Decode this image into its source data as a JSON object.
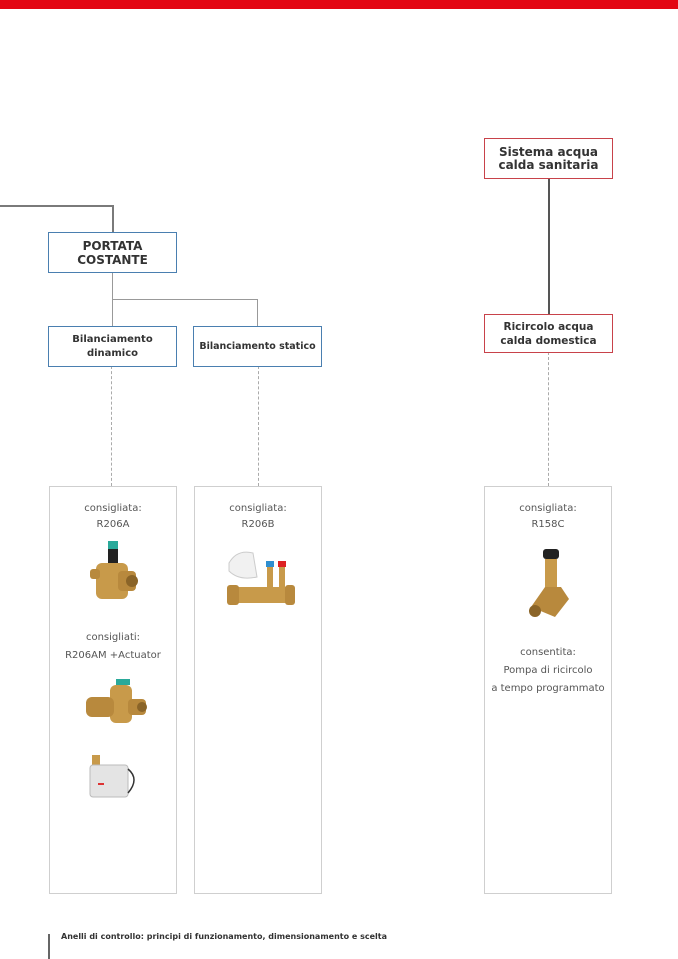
{
  "header": {
    "accent_color": "#e30613"
  },
  "diagram": {
    "nodes": {
      "portata_costante": "PORTATA\nCOSTANTE",
      "bilanciamento_dinamico": "Bilanciamento dinamico",
      "bilanciamento_statico": "Bilanciamento statico",
      "sistema_acqua": "Sistema acqua calda sanitaria",
      "ricircolo": "Ricircolo acqua calda domestica"
    },
    "panels": {
      "dinamico": {
        "label1": "consigliata:",
        "product1": "R206A",
        "label2": "consigliati:",
        "product2": "R206AM +Actuator"
      },
      "statico": {
        "label1": "consigliata:",
        "product1": "R206B"
      },
      "ricircolo": {
        "label1": "consigliata:",
        "product1": "R158C",
        "label2": "consentita:",
        "product2_line1": "Pompa di ricircolo",
        "product2_line2": "a tempo programmato"
      }
    },
    "colors": {
      "blue_border": "#4a7fb0",
      "red_border": "#c8424a"
    }
  },
  "footer": {
    "text": "Anelli di controllo: principi di funzionamento, dimensionamento e scelta"
  }
}
